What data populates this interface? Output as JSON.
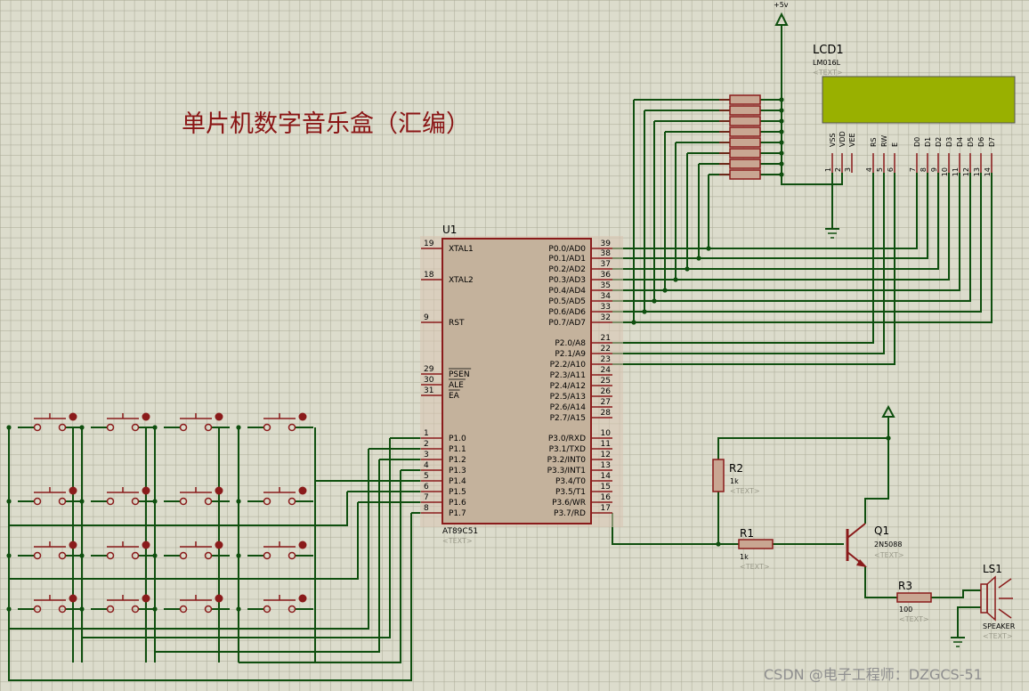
{
  "title": "单片机数字音乐盒（汇编）",
  "watermark": "CSDN @电子工程师：DZGCS-51",
  "colors": {
    "wire": "#0f4f0f",
    "part": "#8a1b1b",
    "chip_fill": "#c4b29c",
    "lcd_screen": "#99b000",
    "text": "#000000",
    "hint": "#9a9a8a"
  },
  "power": {
    "vcc_label": "+5v"
  },
  "hint_text": "<TEXT>",
  "u1": {
    "ref": "U1",
    "part": "AT89C51",
    "left_pins": [
      {
        "num": "19",
        "name": "XTAL1"
      },
      {
        "num": "18",
        "name": "XTAL2"
      },
      {
        "num": "9",
        "name": "RST"
      },
      {
        "num": "29",
        "name": "PSEN"
      },
      {
        "num": "30",
        "name": "ALE"
      },
      {
        "num": "31",
        "name": "EA"
      },
      {
        "num": "1",
        "name": "P1.0"
      },
      {
        "num": "2",
        "name": "P1.1"
      },
      {
        "num": "3",
        "name": "P1.2"
      },
      {
        "num": "4",
        "name": "P1.3"
      },
      {
        "num": "5",
        "name": "P1.4"
      },
      {
        "num": "6",
        "name": "P1.5"
      },
      {
        "num": "7",
        "name": "P1.6"
      },
      {
        "num": "8",
        "name": "P1.7"
      }
    ],
    "right_pins": [
      {
        "num": "39",
        "name": "P0.0/AD0"
      },
      {
        "num": "38",
        "name": "P0.1/AD1"
      },
      {
        "num": "37",
        "name": "P0.2/AD2"
      },
      {
        "num": "36",
        "name": "P0.3/AD3"
      },
      {
        "num": "35",
        "name": "P0.4/AD4"
      },
      {
        "num": "34",
        "name": "P0.5/AD5"
      },
      {
        "num": "33",
        "name": "P0.6/AD6"
      },
      {
        "num": "32",
        "name": "P0.7/AD7"
      },
      {
        "num": "21",
        "name": "P2.0/A8"
      },
      {
        "num": "22",
        "name": "P2.1/A9"
      },
      {
        "num": "23",
        "name": "P2.2/A10"
      },
      {
        "num": "24",
        "name": "P2.3/A11"
      },
      {
        "num": "25",
        "name": "P2.4/A12"
      },
      {
        "num": "26",
        "name": "P2.5/A13"
      },
      {
        "num": "27",
        "name": "P2.6/A14"
      },
      {
        "num": "28",
        "name": "P2.7/A15"
      },
      {
        "num": "10",
        "name": "P3.0/RXD"
      },
      {
        "num": "11",
        "name": "P3.1/TXD"
      },
      {
        "num": "12",
        "name": "P3.2/INT0"
      },
      {
        "num": "13",
        "name": "P3.3/INT1"
      },
      {
        "num": "14",
        "name": "P3.4/T0"
      },
      {
        "num": "15",
        "name": "P3.5/T1"
      },
      {
        "num": "16",
        "name": "P3.6/WR"
      },
      {
        "num": "17",
        "name": "P3.7/RD"
      }
    ]
  },
  "lcd": {
    "ref": "LCD1",
    "part": "LM016L",
    "pins": [
      {
        "name": "VSS",
        "num": "1"
      },
      {
        "name": "VDD",
        "num": "2"
      },
      {
        "name": "VEE",
        "num": "3"
      },
      {
        "name": "RS",
        "num": "4"
      },
      {
        "name": "RW",
        "num": "5"
      },
      {
        "name": "E",
        "num": "6"
      },
      {
        "name": "D0",
        "num": "7"
      },
      {
        "name": "D1",
        "num": "8"
      },
      {
        "name": "D2",
        "num": "9"
      },
      {
        "name": "D3",
        "num": "10"
      },
      {
        "name": "D4",
        "num": "11"
      },
      {
        "name": "D5",
        "num": "12"
      },
      {
        "name": "D6",
        "num": "13"
      },
      {
        "name": "D7",
        "num": "14"
      }
    ]
  },
  "r1": {
    "ref": "R1",
    "value": "1k"
  },
  "r2": {
    "ref": "R2",
    "value": "1k"
  },
  "r3": {
    "ref": "R3",
    "value": "100"
  },
  "q1": {
    "ref": "Q1",
    "part": "2N5088"
  },
  "ls1": {
    "ref": "LS1",
    "part": "SPEAKER"
  }
}
